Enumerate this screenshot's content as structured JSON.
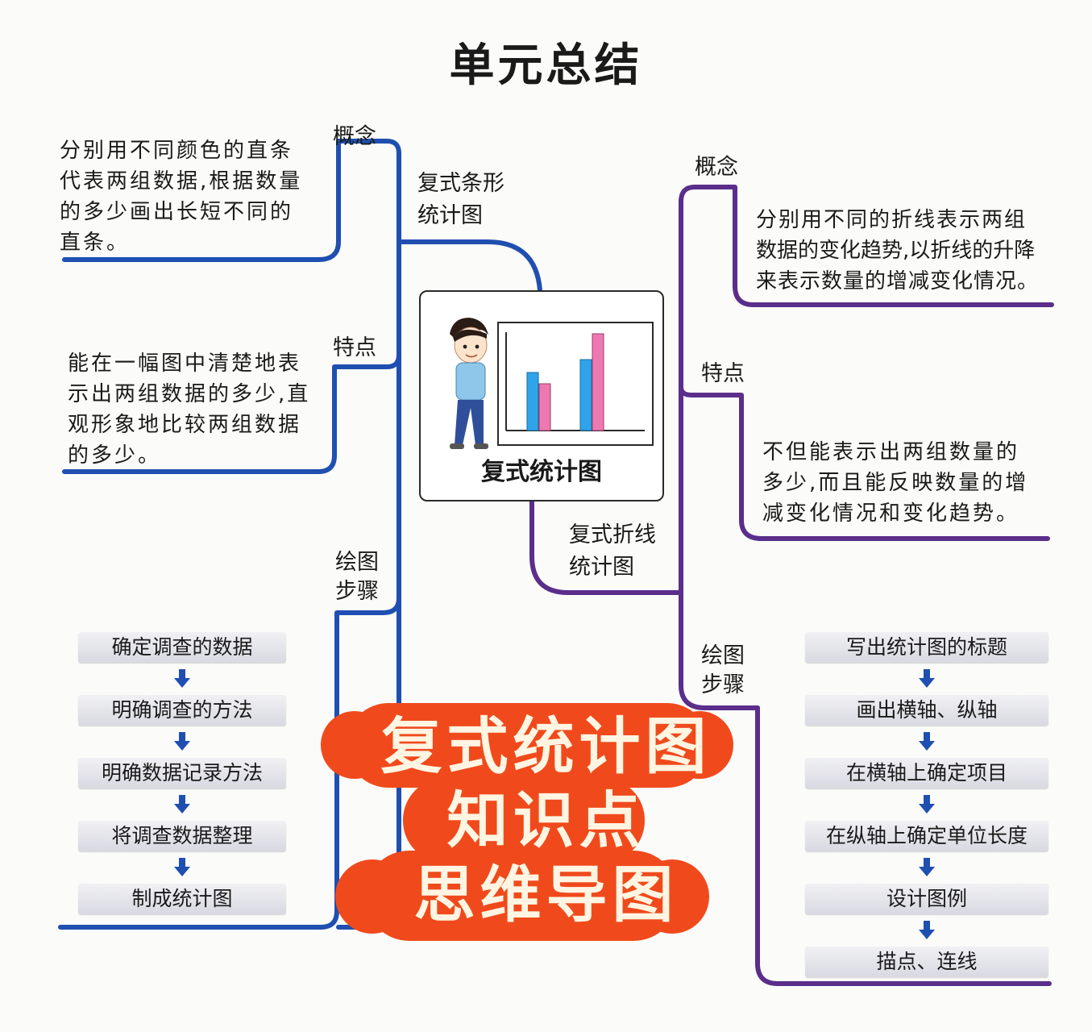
{
  "title": "单元总结",
  "center": {
    "label": "复式统计图"
  },
  "left_branch": {
    "name_line1": "复式条形",
    "name_line2": "统计图",
    "color": "#1f4fb0",
    "concept": {
      "label": "概念",
      "lines": [
        "分别用不同颜色的直条",
        "代表两组数据,根据数量",
        "的多少画出长短不同的",
        "直条。"
      ]
    },
    "feature": {
      "label": "特点",
      "lines": [
        "能在一幅图中清楚地表",
        "示出两组数据的多少,直",
        "观形象地比较两组数据",
        "的多少。"
      ]
    },
    "steps": {
      "label_line1": "绘图",
      "label_line2": "步骤",
      "items": [
        "确定调查的数据",
        "明确调查的方法",
        "明确数据记录方法",
        "将调查数据整理",
        "制成统计图"
      ]
    }
  },
  "right_branch": {
    "name_line1": "复式折线",
    "name_line2": "统计图",
    "color": "#5a2e8a",
    "concept": {
      "label": "概念",
      "lines": [
        "分别用不同的折线表示两组",
        "数据的变化趋势,以折线的升降",
        "来表示数量的增减变化情况。"
      ]
    },
    "feature": {
      "label": "特点",
      "lines": [
        "不但能表示出两组数量的",
        "多少,而且能反映数量的增",
        "减变化情况和变化趋势。"
      ]
    },
    "steps": {
      "label_line1": "绘图",
      "label_line2": "步骤",
      "items": [
        "写出统计图的标题",
        "画出横轴、纵轴",
        "在横轴上确定项目",
        "在纵轴上确定单位长度",
        "设计图例",
        "描点、连线"
      ]
    }
  },
  "overlay": {
    "line1": "复式统计图",
    "line2": "知识点",
    "line3": "思维导图",
    "color": "#f04a1c"
  },
  "colors": {
    "blue_bar": "#2fa4ea",
    "pink_bar": "#ee79b0",
    "arrow": "#1f4fb0"
  }
}
